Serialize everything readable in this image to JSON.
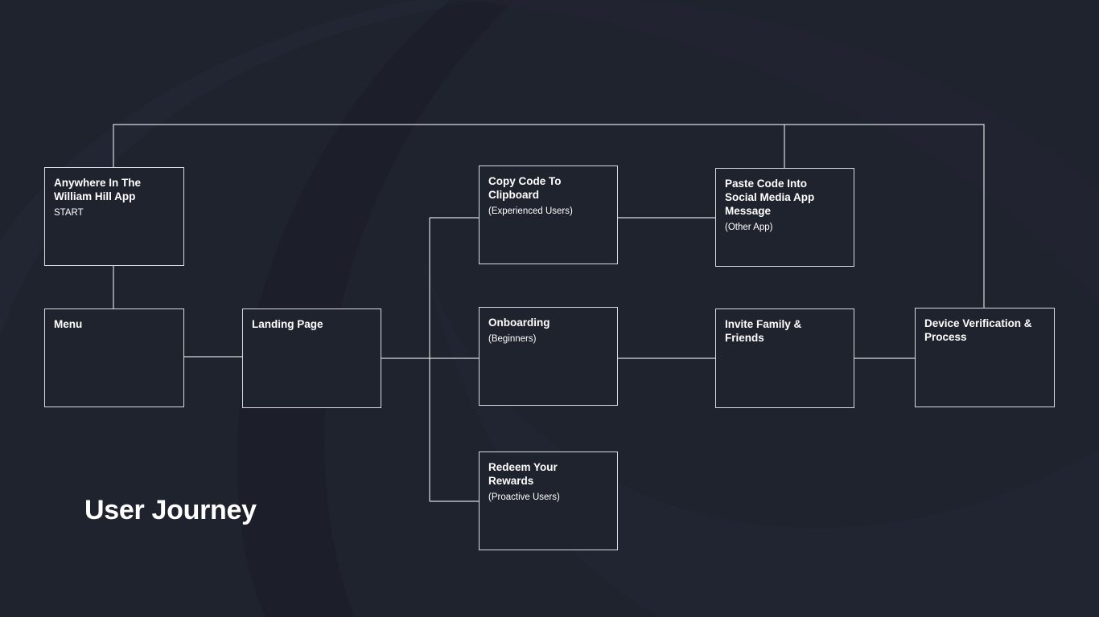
{
  "title": "User Journey",
  "colors": {
    "background": "#1f232e",
    "line": "#d9dbe0",
    "text": "#ffffff"
  },
  "nodes": {
    "start": {
      "title": "Anywhere In The\nWilliam Hill App",
      "subtitle": "START"
    },
    "menu": {
      "title": "Menu",
      "subtitle": ""
    },
    "landing": {
      "title": "Landing Page",
      "subtitle": ""
    },
    "copy": {
      "title": "Copy Code To\nClipboard",
      "subtitle": "(Experienced Users)"
    },
    "onboard": {
      "title": "Onboarding",
      "subtitle": "(Beginners)"
    },
    "redeem": {
      "title": "Redeem Your\nRewards",
      "subtitle": "(Proactive Users)"
    },
    "paste": {
      "title": "Paste Code Into\nSocial Media App\nMessage",
      "subtitle": "(Other App)"
    },
    "invite": {
      "title": "Invite Family &\nFriends",
      "subtitle": ""
    },
    "device": {
      "title": "Device Verification &\nProcess",
      "subtitle": ""
    }
  },
  "edges": [
    [
      "start",
      "menu"
    ],
    [
      "menu",
      "landing"
    ],
    [
      "landing",
      "copy"
    ],
    [
      "landing",
      "onboard"
    ],
    [
      "landing",
      "redeem"
    ],
    [
      "copy",
      "paste"
    ],
    [
      "onboard",
      "invite"
    ],
    [
      "invite",
      "device"
    ],
    [
      "start",
      "paste"
    ],
    [
      "start",
      "device"
    ]
  ]
}
